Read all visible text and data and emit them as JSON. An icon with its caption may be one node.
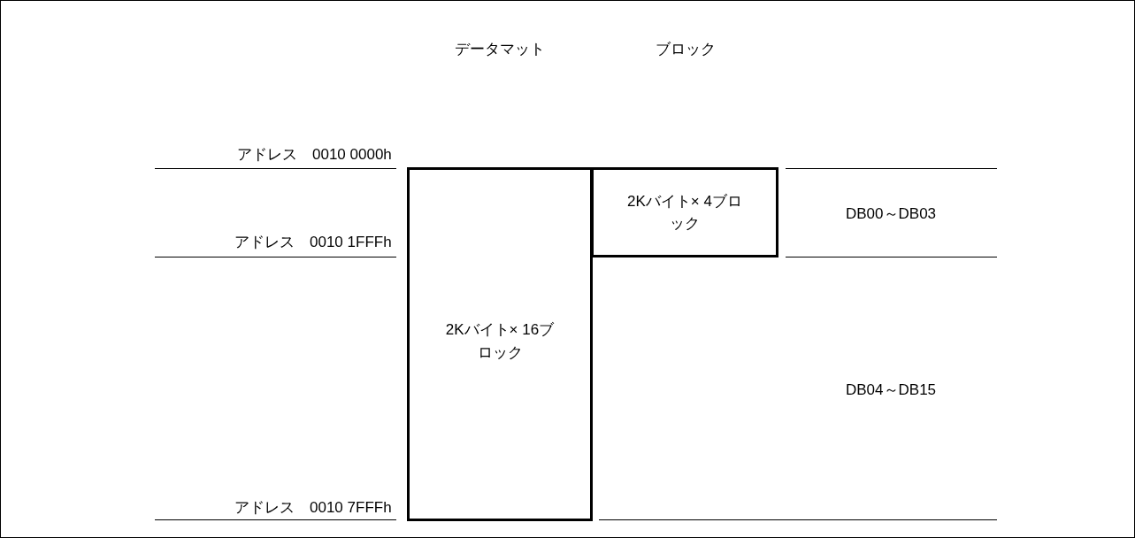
{
  "diagram": {
    "nodes": [
      {
        "text": [
          "2Kバイト× 16ブロック"
        ]
      },
      {
        "text": [
          "2Kバイト× 4ブロック"
        ]
      }
    ],
    "labels": [
      "データマット",
      "ブロック",
      "アドレス　0010 0000h",
      "DB00～DB03",
      "アドレス　0010 1FFFh",
      "DB04～DB15",
      "アドレス　0010 7FFFh"
    ]
  }
}
